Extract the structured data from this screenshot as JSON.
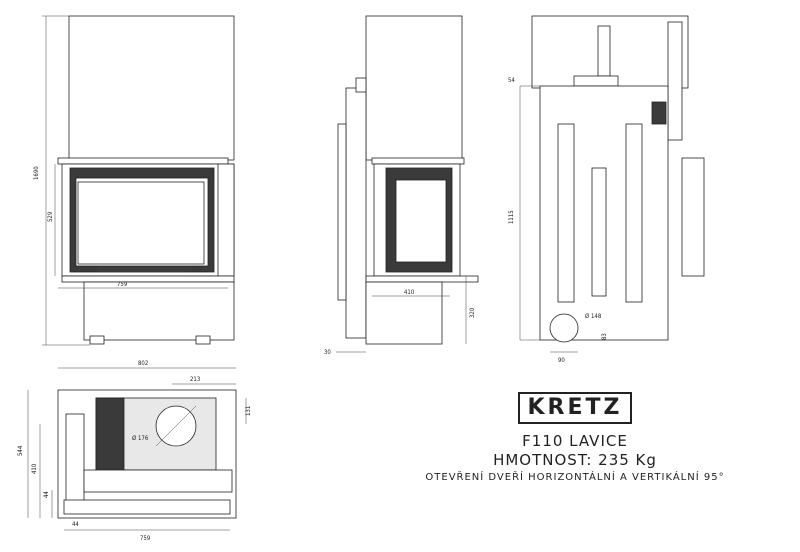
{
  "logo": {
    "text": "KRETZ"
  },
  "product": {
    "model": "F110 LAVICE",
    "weight": "HMOTNOST: 235 Kg",
    "door_opening": "OTEVŘENÍ DVEŘÍ HORIZONTÁLNÍ A VERTIKÁLNÍ 95°"
  },
  "dims": {
    "front_height": "1690",
    "front_glass_height": "529",
    "front_width_lower": "759",
    "side_door_width": "410",
    "side_base_height": "320",
    "side_offset": "30",
    "back_height": "1115",
    "back_flue_offset": "54",
    "back_flue_dia": "Ø 148",
    "back_flue_h": "83",
    "back_flue_x": "90",
    "plan_total_width": "802",
    "plan_top_width": "213",
    "plan_right_small": "131",
    "plan_depth": "544",
    "plan_depth_inner": "410",
    "plan_depth_small": "44",
    "plan_depth_44": "44",
    "plan_bottom_left": "44",
    "plan_bottom_width": "759",
    "plan_flue_dia": "Ø 176"
  },
  "colors": {
    "line": "#222222",
    "shade": "#e8e8e8",
    "dark": "#3a3a3a"
  }
}
